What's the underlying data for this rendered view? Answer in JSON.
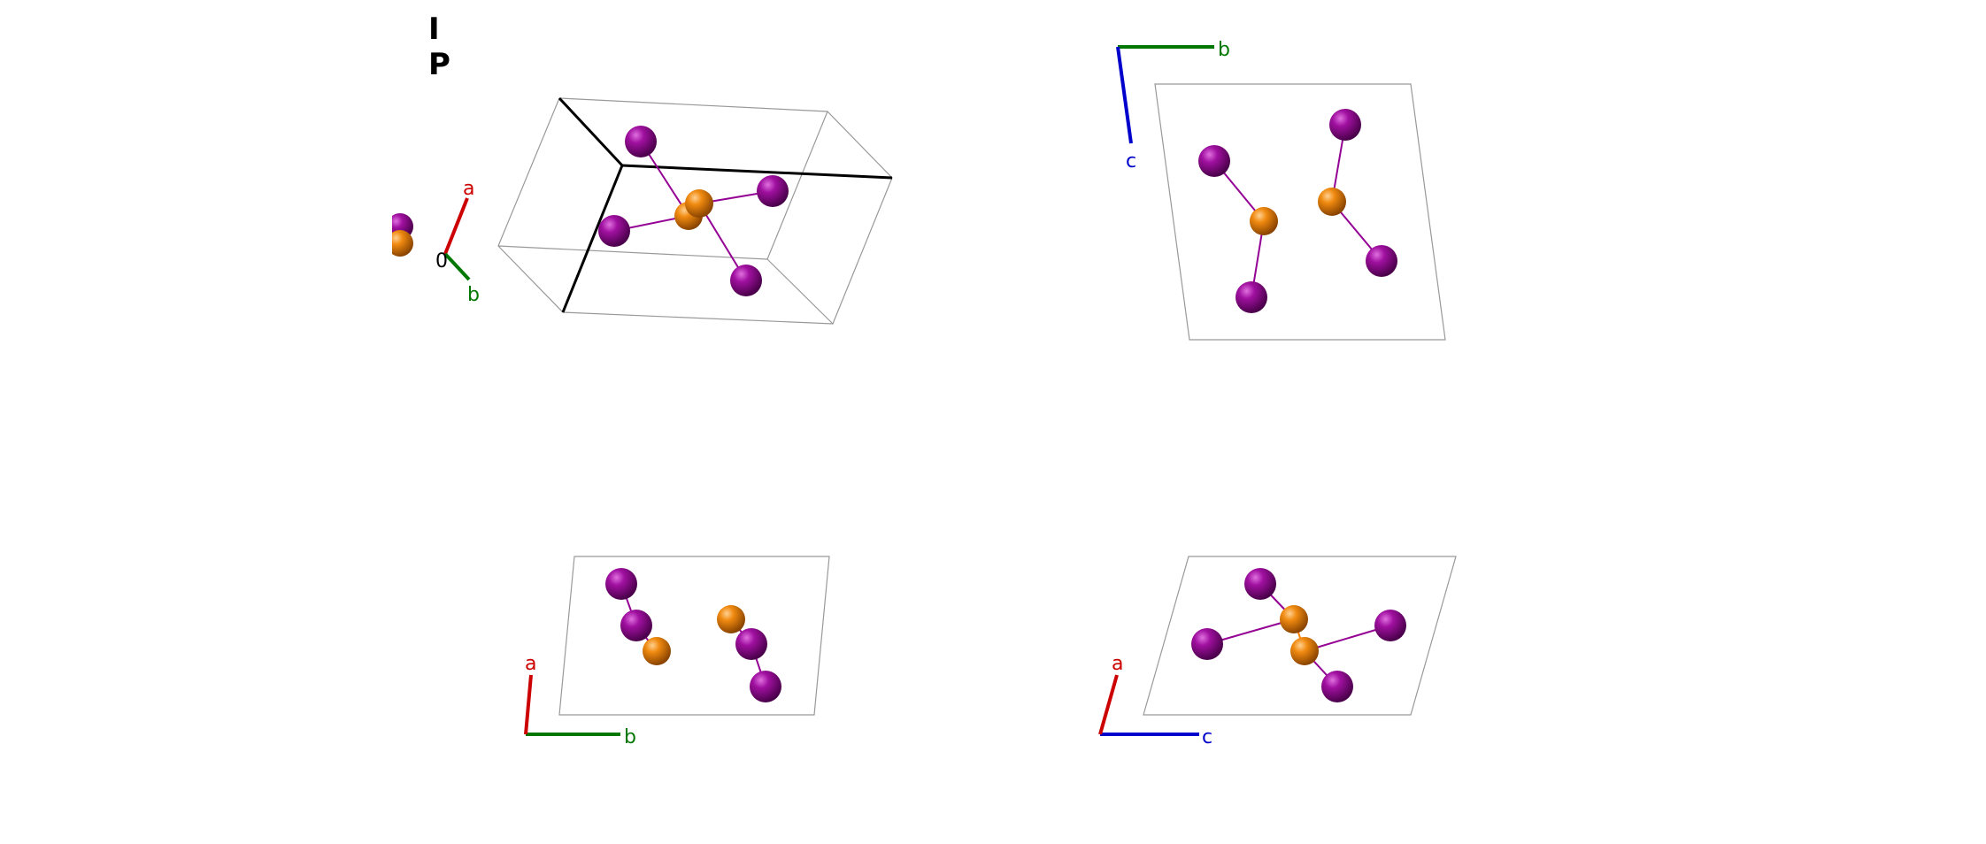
{
  "legend": {
    "elements": [
      {
        "symbol": "I",
        "color": "#940094"
      },
      {
        "symbol": "P",
        "color": "#ff8000"
      }
    ]
  },
  "colors": {
    "I": "#940094",
    "P": "#ff8000",
    "axis_a": "#cc0000",
    "axis_b": "#007700",
    "axis_c": "#0000cc",
    "cell_edge": "#999999",
    "cell_axis": "#000000"
  },
  "views": {
    "perspective": {
      "axes": {
        "a": "a",
        "b": "b",
        "origin": "0"
      }
    },
    "along_a": {
      "axes": {
        "b": "b",
        "c": "c"
      }
    },
    "along_c": {
      "axes": {
        "a": "a",
        "b": "b"
      }
    },
    "along_b": {
      "axes": {
        "a": "a",
        "c": "c"
      }
    }
  }
}
